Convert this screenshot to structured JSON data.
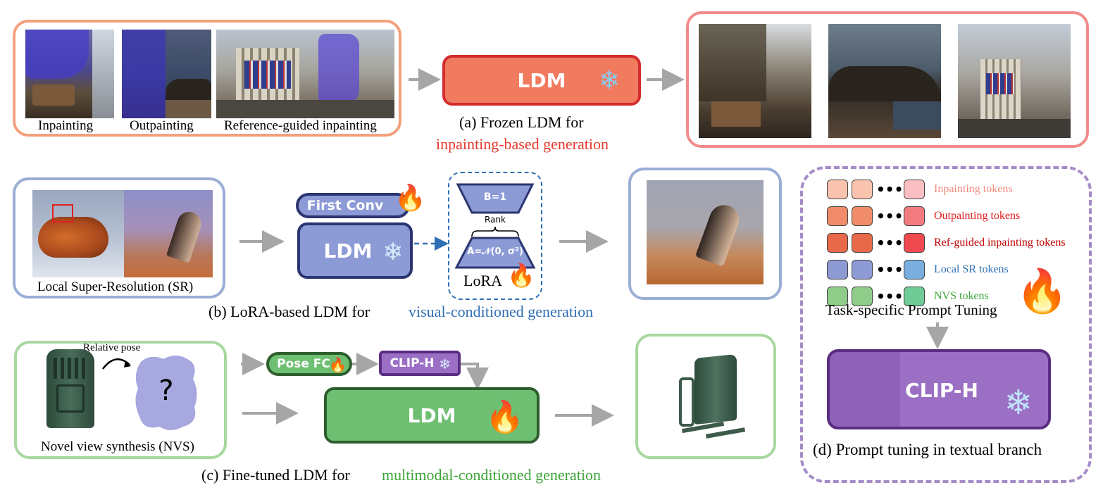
{
  "panel_a": {
    "input_labels": [
      "Inpainting",
      "Outpainting",
      "Reference-guided inpainting"
    ],
    "ldm_label": "LDM",
    "caption_prefix": "(a)  Frozen LDM for",
    "caption_highlight": "inpainting-based generation",
    "highlight_color": "#e8382b",
    "border_color": "#f4a07c",
    "ldm_fill": "#f07b5f",
    "ldm_border": "#d42c2c"
  },
  "panel_b": {
    "input_label": "Local Super-Resolution (SR)",
    "first_conv_label": "First Conv",
    "ldm_label": "LDM",
    "lora_b_label": "B=1",
    "lora_rank_label": "Rank",
    "lora_a_label": "A=𝒩(0, σ²)",
    "lora_label": "LoRA",
    "caption_prefix": "(b) LoRA-based LDM for",
    "caption_highlight": "visual-conditioned generation",
    "highlight_color": "#2f6fb5",
    "border_color": "#9aaed6",
    "ldm_fill": "#8c9ad6",
    "ldm_border": "#2b3570"
  },
  "panel_c": {
    "relative_pose_label": "Relative pose",
    "question_mark": "?",
    "input_label": "Novel view synthesis (NVS)",
    "pose_fc_label": "Pose FC",
    "clip_label": "CLIP-H",
    "ldm_label": "LDM",
    "caption_prefix": "(c) Fine-tuned LDM for",
    "caption_highlight": "multimodal-conditioned generation",
    "highlight_color": "#3fa53a",
    "border_color": "#a8d8a0",
    "ldm_fill": "#6fbf73",
    "ldm_border": "#2e5e2e"
  },
  "panel_d": {
    "tokens": [
      {
        "label": "Inpainting tokens",
        "color": "#f9c3ad",
        "last_color": "#f9bfc2",
        "text_color": "#f08a7c"
      },
      {
        "label": "Outpainting tokens",
        "color": "#f08c6a",
        "last_color": "#f27b80",
        "text_color": "#e02020"
      },
      {
        "label": "Ref-guided inpainting tokens",
        "color": "#e8684a",
        "last_color": "#ef4a4f",
        "text_color": "#c00000"
      },
      {
        "label": "Local SR tokens",
        "color": "#8e9ad4",
        "last_color": "#7aaede",
        "text_color": "#2f6fb5"
      },
      {
        "label": "NVS tokens",
        "color": "#8fcc8a",
        "last_color": "#6fcc96",
        "text_color": "#3fa53a"
      }
    ],
    "dots": "•••",
    "tuning_label": "Task-specific Prompt Tuning",
    "clip_label": "CLIP-H",
    "caption": "(d) Prompt tuning in textual branch",
    "border_color": "#a58bc8",
    "clip_fill": "#9b6fc4",
    "clip_border": "#5a2e82"
  }
}
